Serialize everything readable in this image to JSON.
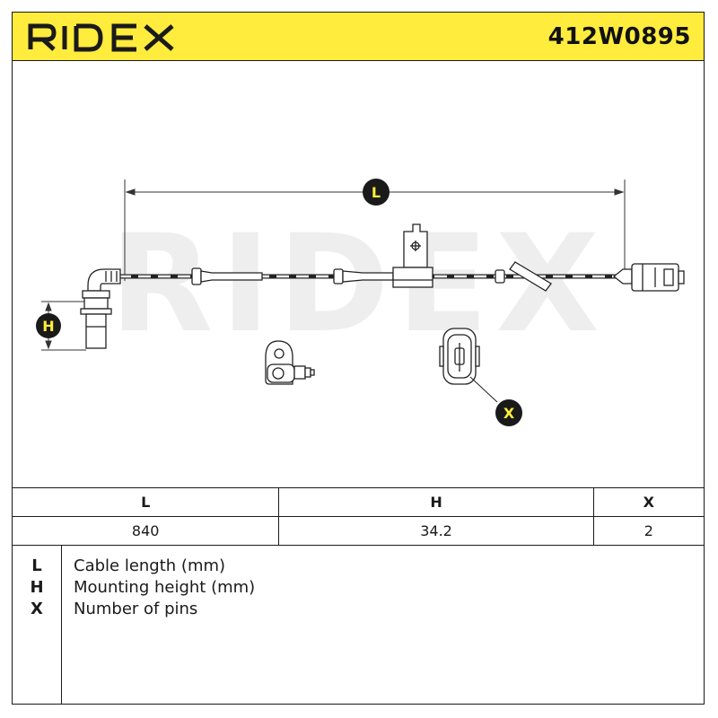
{
  "brand": {
    "logo_text": "RIDEX",
    "watermark_text": "RIDEX",
    "accent": "#ffec3d"
  },
  "part_number": "412W0895",
  "diagram": {
    "callouts": {
      "length": "L",
      "height": "H",
      "pins": "X"
    }
  },
  "spec_table": {
    "headers": [
      "L",
      "H",
      "X"
    ],
    "values": [
      "840",
      "34.2",
      "2"
    ]
  },
  "legend": [
    {
      "key": "L",
      "text": "Cable length (mm)"
    },
    {
      "key": "H",
      "text": "Mounting height (mm)"
    },
    {
      "key": "X",
      "text": "Number of pins"
    }
  ]
}
